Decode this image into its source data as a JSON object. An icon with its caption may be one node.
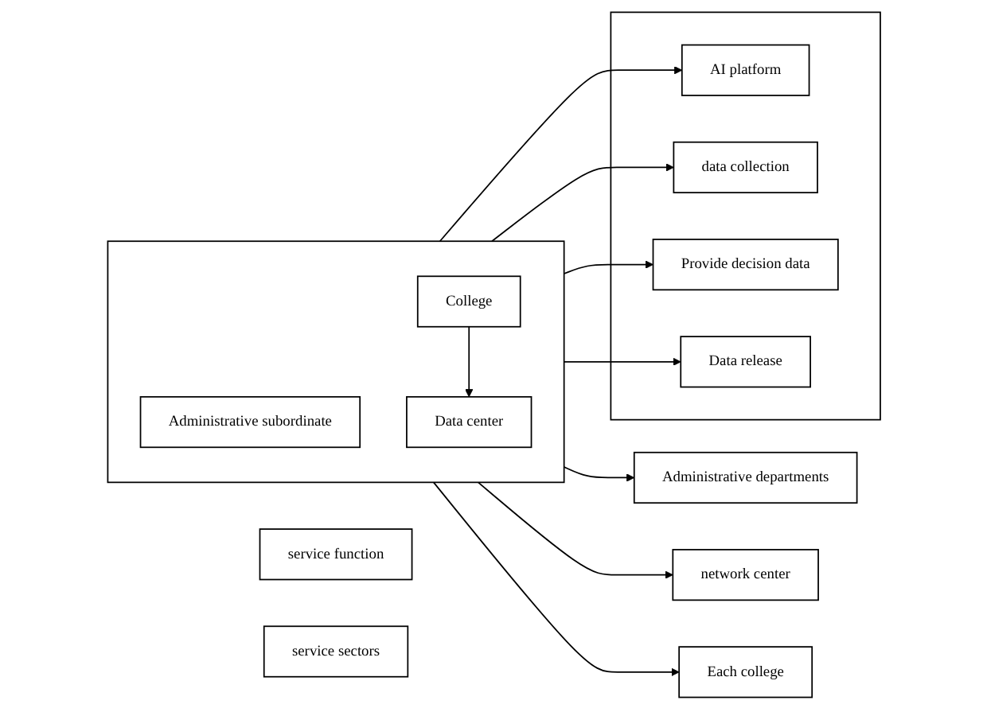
{
  "diagram": {
    "nodes": [
      {
        "text": [],
        "shape": "box"
      },
      {
        "text": [
          "Administrative subordinate"
        ],
        "in": 0
      },
      {
        "text": [
          "College"
        ],
        "in": 0
      },
      {
        "text": [
          "Data center"
        ],
        "in": 0
      },
      {
        "text": [
          "service function"
        ]
      },
      {
        "text": [],
        "shape": "box"
      },
      {
        "text": [
          "AI platform"
        ],
        "in": 5
      },
      {
        "text": [
          "data collection"
        ],
        "in": 5
      },
      {
        "text": [
          "Provide decision data"
        ],
        "in": 5
      },
      {
        "text": [
          "Data release"
        ],
        "in": 5
      },
      {
        "text": [
          "service sectors"
        ]
      },
      {
        "text": [
          "Administrative departments"
        ]
      },
      {
        "text": [
          "network center"
        ]
      },
      {
        "text": [
          "Each college"
        ]
      }
    ],
    "edges": [
      {
        "from": 2,
        "to": 3,
        "arrow": "to"
      },
      {
        "from": 0,
        "to": 6,
        "arrow": "to"
      },
      {
        "from": 0,
        "to": 7,
        "arrow": "to"
      },
      {
        "from": 0,
        "to": 8,
        "arrow": "to"
      },
      {
        "from": 0,
        "to": 9,
        "arrow": "to"
      },
      {
        "from": 0,
        "to": 11,
        "arrow": "to"
      },
      {
        "from": 0,
        "to": 12,
        "arrow": "to"
      },
      {
        "from": 0,
        "to": 13,
        "arrow": "to"
      }
    ]
  }
}
